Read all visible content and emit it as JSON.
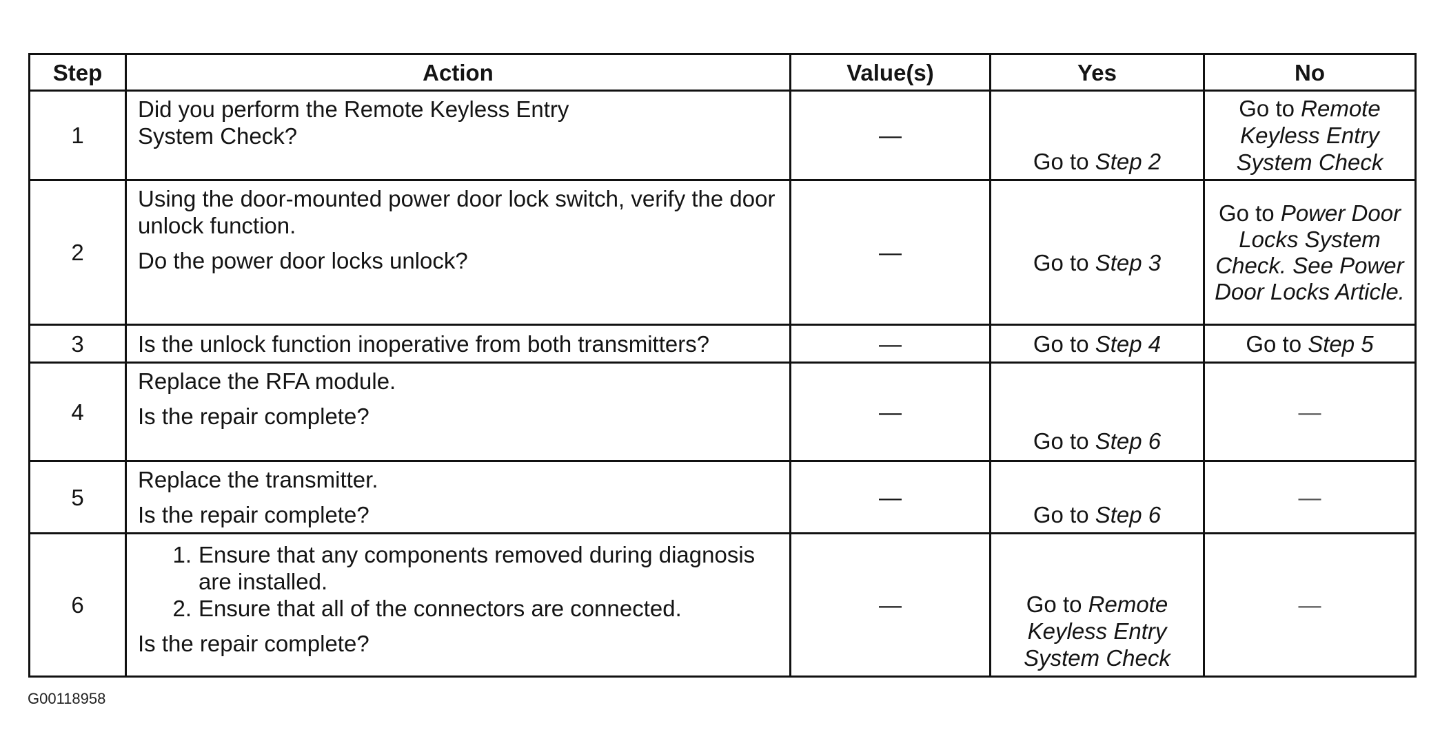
{
  "table": {
    "headers": {
      "step": "Step",
      "action": "Action",
      "values": "Value(s)",
      "yes": "Yes",
      "no": "No"
    },
    "rows": [
      {
        "step": "1",
        "action_line1": "Did you perform the Remote Keyless Entry",
        "action_line2": "System Check?",
        "value": "—",
        "yes_prefix": "Go to ",
        "yes_ref": "Step 2",
        "no_prefix": "Go to ",
        "no_ref": "Remote Keyless Entry System Check"
      },
      {
        "step": "2",
        "action_p1": "Using the door-mounted power door lock switch, verify the door unlock function.",
        "action_q": "Do the power door locks unlock?",
        "value": "—",
        "yes_prefix": "Go to ",
        "yes_ref": "Step 3",
        "no_prefix": "Go to ",
        "no_ref": "Power Door Locks System Check. See Power Door Locks Article."
      },
      {
        "step": "3",
        "action_q": "Is the unlock function inoperative from both transmitters?",
        "value": "—",
        "yes_prefix": "Go to ",
        "yes_ref": "Step 4",
        "no_prefix": "Go to ",
        "no_ref": "Step 5"
      },
      {
        "step": "4",
        "action_p1": "Replace the RFA module.",
        "action_q": "Is the repair complete?",
        "value": "—",
        "yes_prefix": "Go to ",
        "yes_ref": "Step 6",
        "no": "—"
      },
      {
        "step": "5",
        "action_p1": "Replace the transmitter.",
        "action_q": "Is the repair complete?",
        "value": "—",
        "yes_prefix": "Go to ",
        "yes_ref": "Step 6",
        "no": "—"
      },
      {
        "step": "6",
        "items": [
          {
            "num": "1.",
            "text": "Ensure that any components removed during diagnosis are installed."
          },
          {
            "num": "2.",
            "text": "Ensure that all of the connectors are connected."
          }
        ],
        "action_q": "Is the repair complete?",
        "value": "—",
        "yes_prefix": "Go to ",
        "yes_ref": "Remote Keyless Entry System Check",
        "no": "—"
      }
    ]
  },
  "figure_id": "G00118958"
}
